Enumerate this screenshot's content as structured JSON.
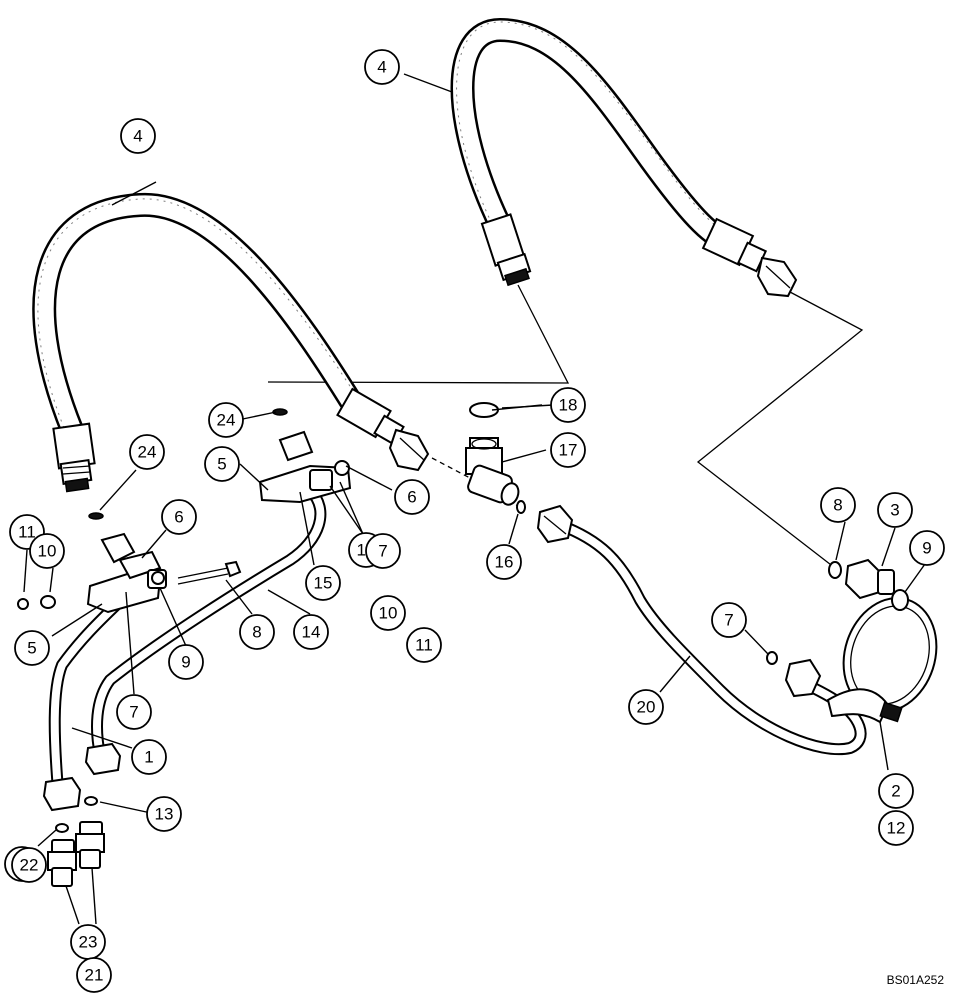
{
  "reference_code": "BS01A252",
  "callouts": [
    {
      "label": "4"
    },
    {
      "label": "4"
    },
    {
      "label": "24"
    },
    {
      "label": "24"
    },
    {
      "label": "18"
    },
    {
      "label": "17"
    },
    {
      "label": "5"
    },
    {
      "label": "6"
    },
    {
      "label": "6"
    },
    {
      "label": "11"
    },
    {
      "label": "10"
    },
    {
      "label": "5"
    },
    {
      "label": "7"
    },
    {
      "label": "8"
    },
    {
      "label": "9"
    },
    {
      "label": "10"
    },
    {
      "label": "11"
    },
    {
      "label": "19"
    },
    {
      "label": "15"
    },
    {
      "label": "14"
    },
    {
      "label": "16"
    },
    {
      "label": "8"
    },
    {
      "label": "3"
    },
    {
      "label": "9"
    },
    {
      "label": "7"
    },
    {
      "label": "20"
    },
    {
      "label": "1"
    },
    {
      "label": "2"
    },
    {
      "label": "12"
    },
    {
      "label": "13"
    },
    {
      "label": "23"
    },
    {
      "label": "23"
    },
    {
      "label": "21"
    },
    {
      "label": "22"
    },
    {
      "label": "7"
    }
  ]
}
